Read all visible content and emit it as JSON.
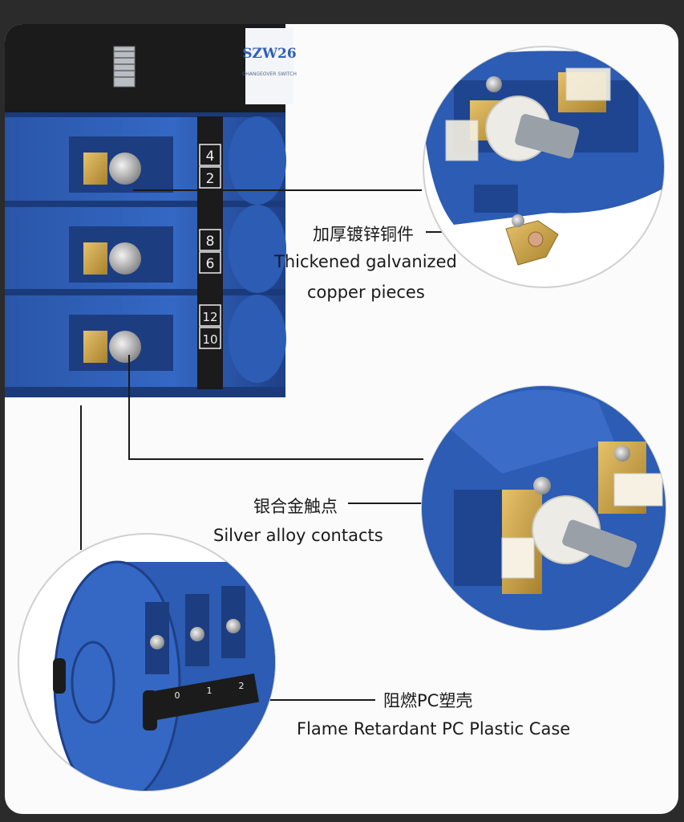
{
  "product": {
    "brand_text": "SZW26",
    "brand_subtext": "CHANGEOVER SWITCH",
    "terminal_numbers": [
      "4",
      "2",
      "8",
      "6",
      "12",
      "10"
    ],
    "base_position_marks": [
      "0",
      "1",
      "2"
    ]
  },
  "callouts": [
    {
      "cn": "加厚镀锌铜件",
      "en_line1": "Thickened galvanized",
      "en_line2": "copper pieces"
    },
    {
      "cn": "银合金触点",
      "en_line1": "Silver alloy contacts"
    },
    {
      "cn": "阻燃PC塑壳",
      "en_line1": "Flame Retardant PC Plastic Case"
    }
  ],
  "colors": {
    "blue": "#2f5fb8",
    "blue_dark": "#1f3f86",
    "black": "#1b1b1b",
    "brass": "#c9a14a",
    "card": "#fbfbfb",
    "frame": "#2b2b2b"
  }
}
